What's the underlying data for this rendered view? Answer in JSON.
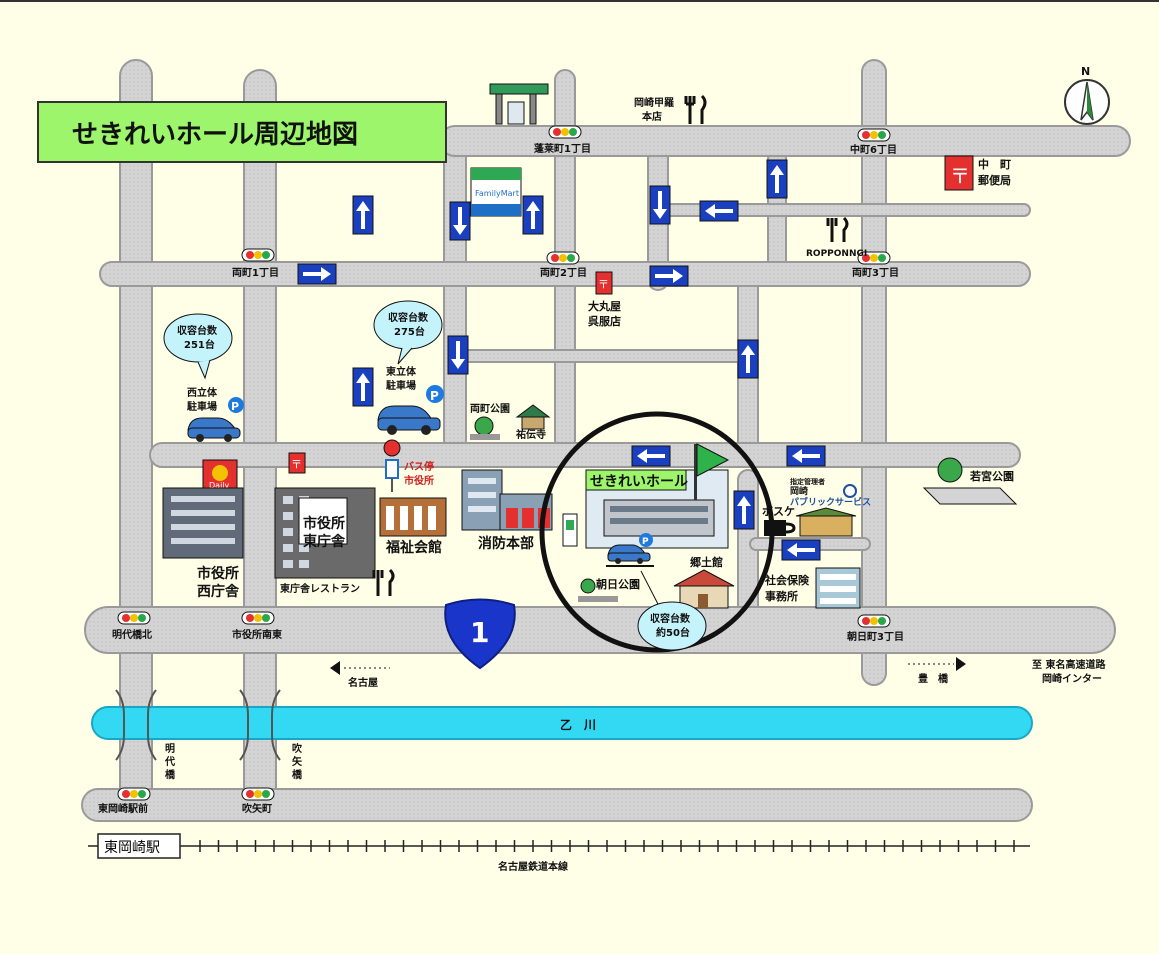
{
  "title": "せきれいホール周辺地図",
  "compass": "N",
  "intersections": {
    "horaicho1": "蓬莱町1丁目",
    "nakacho6": "中町6丁目",
    "ryomachi1": "両町1丁目",
    "ryomachi2": "両町2丁目",
    "ryomachi3": "両町3丁目",
    "myodaibashikita": "明代橋北",
    "shiyakushominamihigashi": "市役所南東",
    "asahimachi3": "朝日町3丁目",
    "higashiokazakiekimae": "東岡崎駅前",
    "fukiyacho": "吹矢町"
  },
  "places": {
    "kora_line1": "岡崎甲羅",
    "kora_line2": "本店",
    "familymart": "FamilyMart",
    "post_line1": "中　町",
    "post_line2": "郵便局",
    "roppongi": "ROPPONNGI",
    "daimaruya_line1": "大丸屋",
    "daimaruya_line2": "呉服店",
    "west_parking_cap_line1": "収容台数",
    "west_parking_cap_line2": "251台",
    "west_parking_line1": "西立体",
    "west_parking_line2": "駐車場",
    "east_parking_cap_line1": "収容台数",
    "east_parking_cap_line2": "275台",
    "east_parking_line1": "東立体",
    "east_parking_line2": "駐車場",
    "ryomachi_park": "両町公園",
    "yudenji": "祐伝寺",
    "bus_line1": "バス停",
    "bus_line2": "市役所",
    "city_hall_east_line1": "市役所",
    "city_hall_east_line2": "東庁舎",
    "welfare_hall": "福祉会館",
    "fire_hq": "消防本部",
    "restaurant": "東庁舎レストラン",
    "city_hall_west_line1": "市役所",
    "city_hall_west_line2": "西庁舎",
    "sekirei_hall": "せきれいホール",
    "kyodokan": "郷土館",
    "asahi_park": "朝日公園",
    "sekirei_cap_line1": "収容台数",
    "sekirei_cap_line2": "約50台",
    "bosuke": "ボスケ",
    "public_service_line0": "指定管理者",
    "public_service_line1": "岡崎",
    "public_service_line2": "パブリックサービス",
    "social_insurance_line1": "社会保険",
    "social_insurance_line2": "事務所",
    "wakamiya_park": "若宮公園",
    "nagoya": "名古屋",
    "toyohashi": "豊　橋",
    "tomei_line1": "至 東名高速道路",
    "tomei_line2": "岡崎インター",
    "river": "乙　川",
    "myodaibashi": "明代橋",
    "fukiyabashi": "吹矢橋",
    "station": "東岡崎駅",
    "railway": "名古屋鉄道本線",
    "route_number": "1",
    "daily": "Daily"
  },
  "colors": {
    "background": "#ffffe8",
    "road": "#d4d4d4",
    "road_edge": "#9a9a9a",
    "title_box": "#9cf56a",
    "river": "#33d8f2",
    "route_shield": "#1a35c9",
    "arrow_blue": "#1a3fbf",
    "callout": "#c5f3fb",
    "signal_red": "#e53030",
    "signal_yellow": "#f2c200",
    "signal_green": "#29a84a"
  }
}
